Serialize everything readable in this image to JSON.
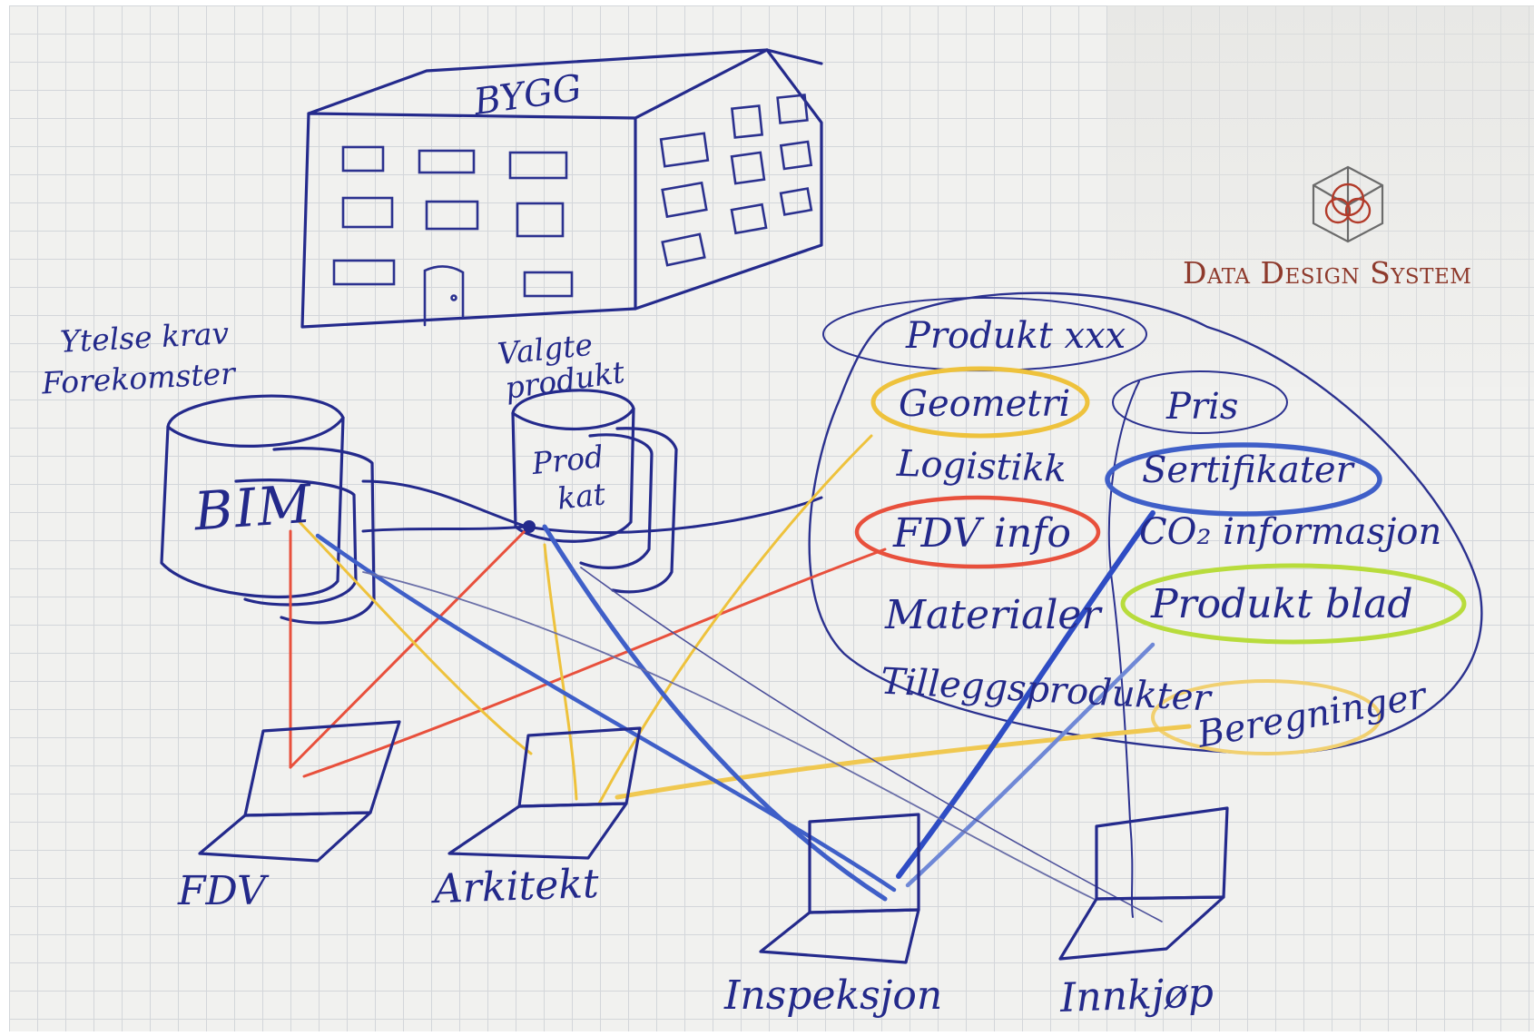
{
  "building_label": "BYGG",
  "sources": {
    "bim_top_label_1": "Ytelse krav",
    "bim_top_label_2": "Forekomster",
    "bim_db": "BIM",
    "prodkat_top_label_1": "Valgte",
    "prodkat_top_label_2": "produkt",
    "prodkat_db_1": "Prod",
    "prodkat_db_2": "kat"
  },
  "product_cloud": {
    "title": "Produkt xxx",
    "left_items": [
      "Geometri",
      "Logistikk",
      "FDV info",
      "Materialer",
      "Tilleggsprodukter"
    ],
    "right_items": [
      "Pris",
      "Sertifikater",
      "CO₂ informasjon",
      "Produkt blad",
      "Beregninger"
    ]
  },
  "roles": [
    "FDV",
    "Arkitekt",
    "Inspeksjon",
    "Innkjøp"
  ],
  "brand": {
    "name": "Data Design System",
    "logo_icon": "cube-logo-icon"
  },
  "colors": {
    "ink": "#242a8c",
    "red": "#e8503c",
    "yellow": "#eec23c",
    "blue": "#3f5fc8",
    "lime": "#b8dc3c",
    "brand": "#8e3a2c"
  }
}
